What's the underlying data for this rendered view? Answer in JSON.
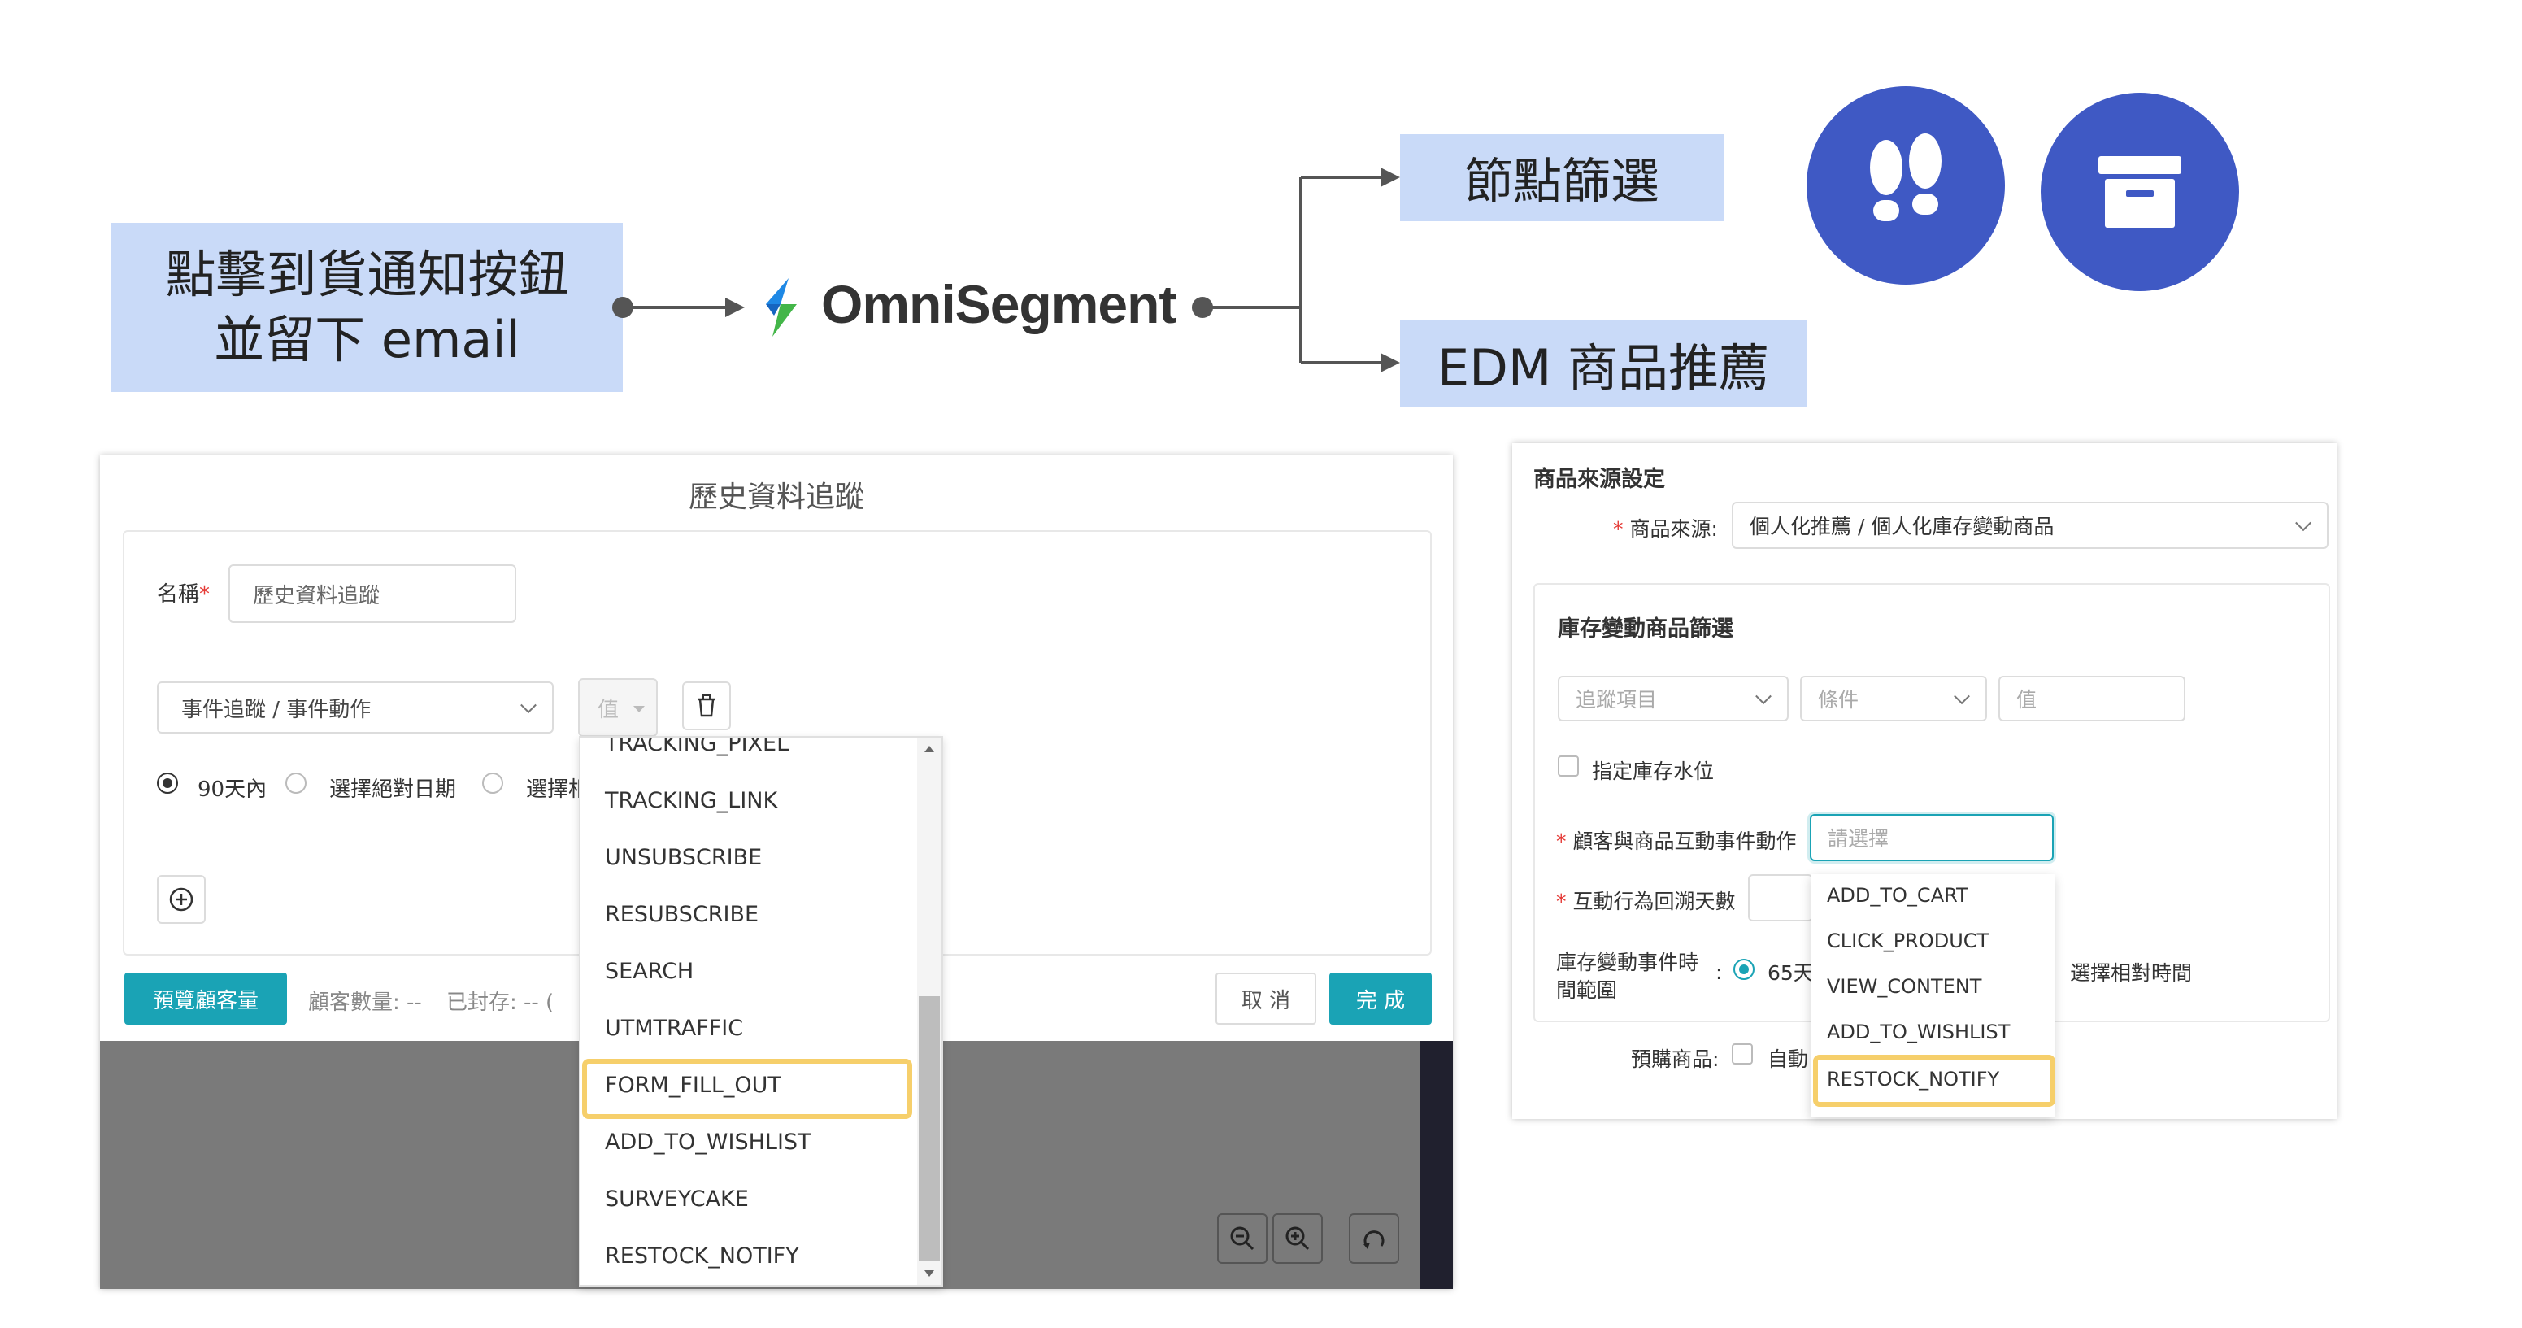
{
  "flow": {
    "trigger_line1": "點擊到貨通知按鈕",
    "trigger_line2": "並留下 email",
    "logo_name": "OmniSegment",
    "out_node": "節點篩選",
    "out_edm": "EDM 商品推薦",
    "icons": [
      "footprints-icon",
      "archive-box-icon"
    ],
    "colors": {
      "box_bg": "#c9daf8",
      "icon_bg": "#3f59c4",
      "logo_blue": "#1e88e5",
      "logo_green": "#43b649"
    }
  },
  "left_panel": {
    "title": "歷史資料追蹤",
    "name_label": "名稱",
    "required_mark": "*",
    "name_value": "歷史資料追蹤",
    "event_select": "事件追蹤 / 事件動作",
    "value_select": "值",
    "radio_options": [
      "90天內",
      "選擇絕對日期",
      "選擇相"
    ],
    "preview_button": "預覽顧客量",
    "customer_count_text": "顧客數量: --",
    "archived_text": "已封存: -- (",
    "cancel_button": "取 消",
    "done_button": "完 成",
    "dropdown_items": [
      "TRACKING_PIXEL",
      "TRACKING_LINK",
      "UNSUBSCRIBE",
      "RESUBSCRIBE",
      "SEARCH",
      "UTMTRAFFIC",
      "FORM_FILL_OUT",
      "ADD_TO_WISHLIST",
      "SURVEYCAKE",
      "RESTOCK_NOTIFY"
    ],
    "highlighted_item": "FORM_FILL_OUT",
    "accent": "#1aa3b5"
  },
  "right_panel": {
    "section_title": "商品來源設定",
    "source_label": "商品來源:",
    "source_value": "個人化推薦 / 個人化庫存變動商品",
    "filter_title": "庫存變動商品篩選",
    "track_item_placeholder": "追蹤項目",
    "condition_placeholder": "條件",
    "value_placeholder": "值",
    "stock_level_label": "指定庫存水位",
    "interaction_label": "顧客與商品互動事件動作",
    "interaction_placeholder": "請選擇",
    "lookback_label": "互動行為回溯天數",
    "range_label_line1": "庫存變動事件時",
    "range_label_line2": "間範圍",
    "range_colon": ":",
    "range_option1": "65天",
    "range_option2": "選擇相對時間",
    "preorder_label": "預購商品:",
    "preorder_option": "自動",
    "dropdown_items": [
      "ADD_TO_CART",
      "CLICK_PRODUCT",
      "VIEW_CONTENT",
      "ADD_TO_WISHLIST",
      "RESTOCK_NOTIFY"
    ],
    "highlighted_item": "RESTOCK_NOTIFY",
    "highlight_color": "#f6cf6b"
  }
}
